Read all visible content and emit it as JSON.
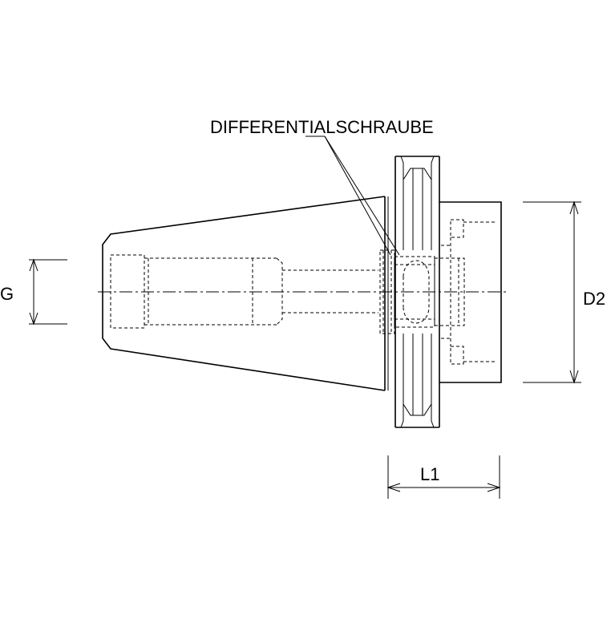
{
  "labels": {
    "callout": "DIFFERENTIALSCHRAUBE",
    "dim_g": "G",
    "dim_d2": "D2",
    "dim_l1": "L1"
  },
  "colors": {
    "line": "#000000",
    "background": "#ffffff"
  }
}
